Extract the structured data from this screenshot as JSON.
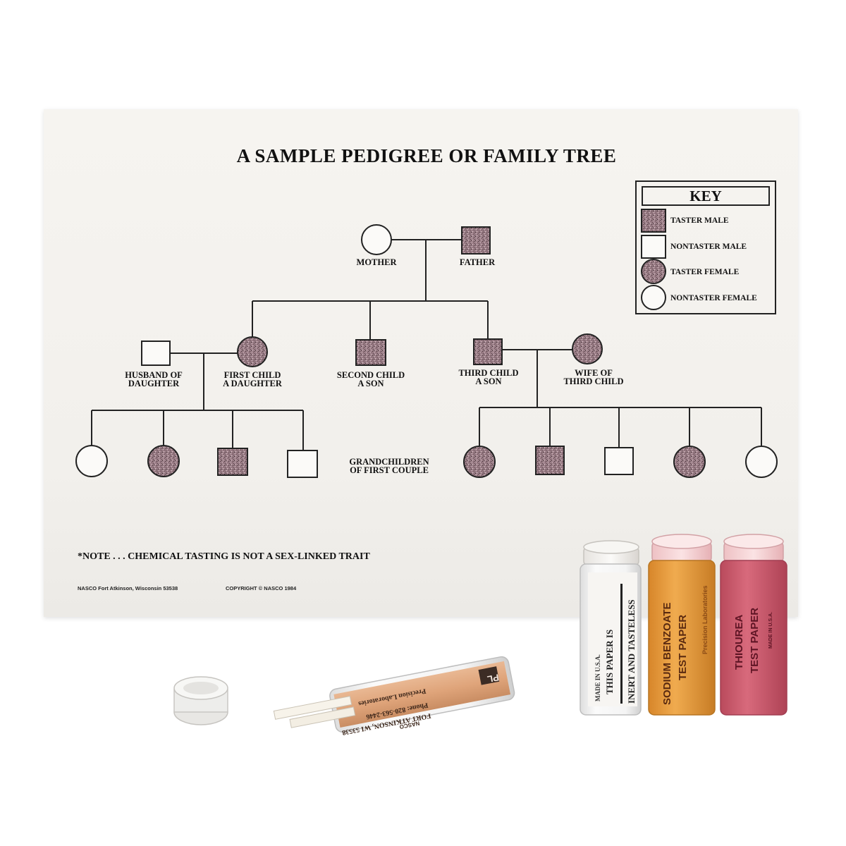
{
  "sheet": {
    "title": "A SAMPLE PEDIGREE OR FAMILY TREE",
    "key": {
      "title": "KEY",
      "items": [
        {
          "shape": "square",
          "filled": true,
          "label": "TASTER MALE"
        },
        {
          "shape": "square",
          "filled": false,
          "label": "NONTASTER MALE"
        },
        {
          "shape": "circle",
          "filled": true,
          "label": "TASTER FEMALE"
        },
        {
          "shape": "circle",
          "filled": false,
          "label": "NONTASTER FEMALE"
        }
      ]
    },
    "people": {
      "mother": "MOTHER",
      "father": "FATHER",
      "husband_line1": "HUSBAND OF",
      "husband_line2": "DAUGHTER",
      "first_child_line1": "FIRST CHILD",
      "first_child_line2": "A DAUGHTER",
      "second_child_line1": "SECOND CHILD",
      "second_child_line2": "A SON",
      "third_child_line1": "THIRD CHILD",
      "third_child_line2": "A SON",
      "wife_line1": "WIFE OF",
      "wife_line2": "THIRD CHILD",
      "grandchildren_line1": "GRANDCHILDREN",
      "grandchildren_line2": "OF FIRST COUPLE"
    },
    "note": "*NOTE . . . CHEMICAL TASTING IS NOT A SEX-LINKED TRAIT",
    "footer_left": "NASCO  Fort Atkinson, Wisconsin   53538",
    "footer_right": "COPYRIGHT © NASCO 1984"
  },
  "vials": {
    "loose": {
      "brand": "Precision Laboratories",
      "logo": "PL",
      "phone": "Phone: 820-563-2446",
      "address": "FORT ATKINSON, WI 53538",
      "company": "NASCO",
      "label_color": "#e0a67c"
    },
    "control": {
      "made_in": "MADE IN U.S.A.",
      "line1": "THIS PAPER IS",
      "line2": "INERT AND TASTELESS",
      "label_color": "#f4f2ef"
    },
    "sodium": {
      "brand": "Precision Laboratories",
      "line1": "SODIUM BENZOATE",
      "line2": "TEST PAPER",
      "label_color": "#e39a3a"
    },
    "thiourea": {
      "line1": "THIOUREA",
      "line2": "TEST PAPER",
      "made_in": "MADE IN U.S.A.",
      "label_color": "#c9566a"
    }
  }
}
